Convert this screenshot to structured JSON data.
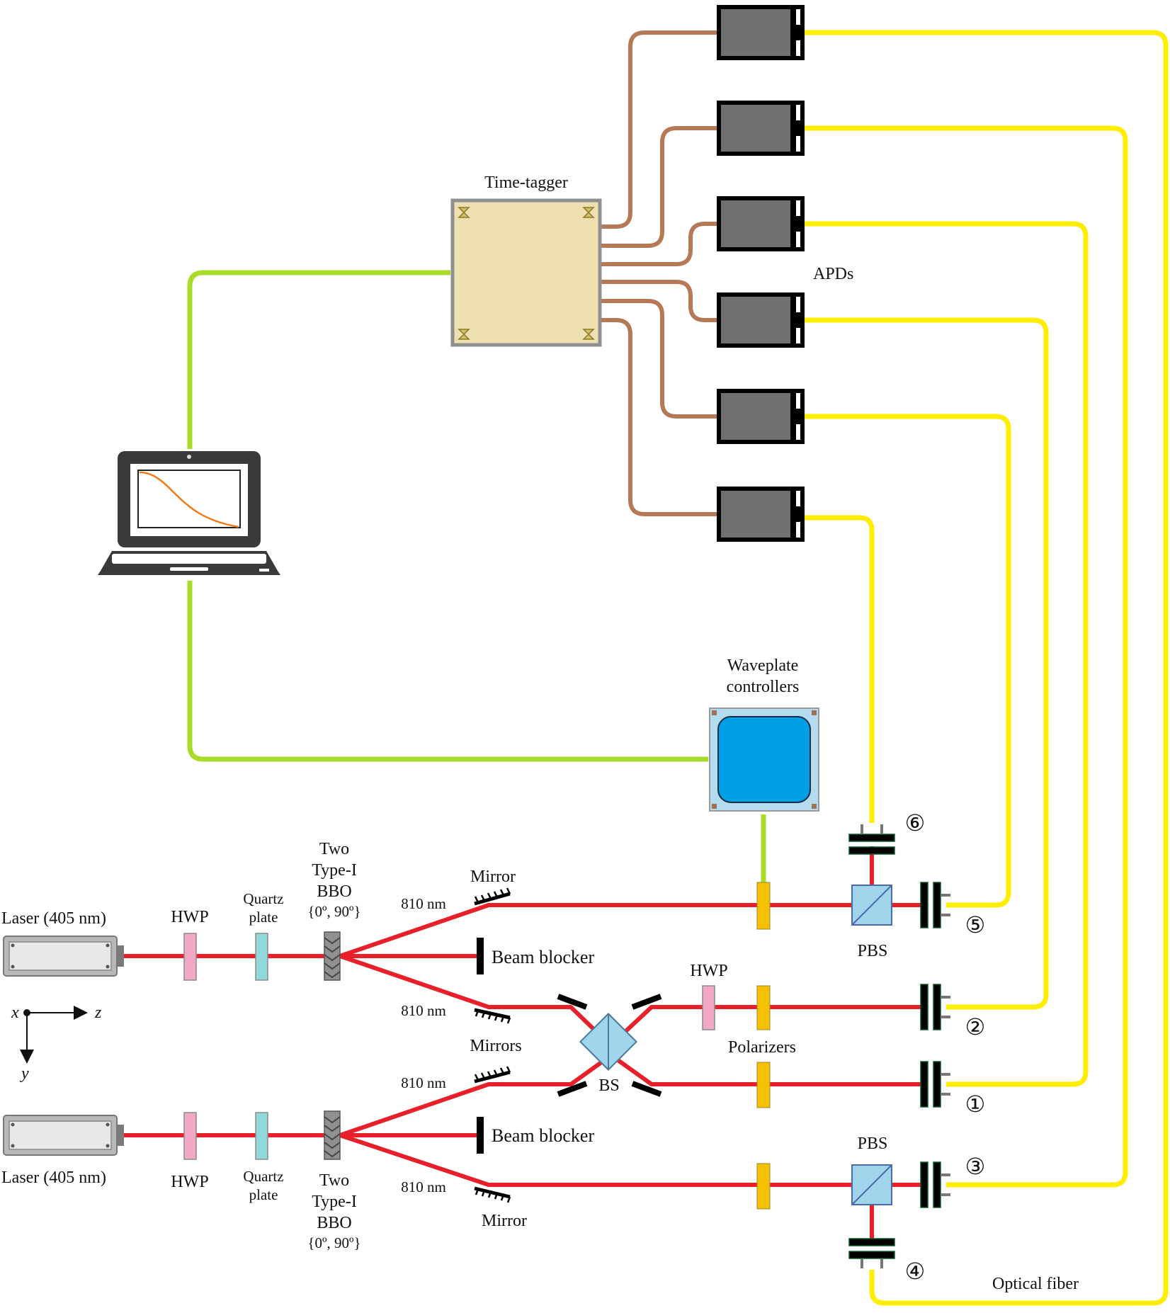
{
  "colors": {
    "laser_beam": "#e8202a",
    "optical_fiber": "#ffee00",
    "coax_cable": "#b57a55",
    "data_cable": "#a8dc28",
    "time_tagger_fill": "#eee0b0",
    "apd_body": "#707070",
    "waveplate_controller": "#00a0e6",
    "hwp_plate": "#f4a8c8",
    "quartz_plate": "#90d8dc",
    "polarizer": "#f4c000",
    "cube": "#9fd4ea"
  },
  "labels": {
    "time_tagger": "Time-tagger",
    "apds": "APDs",
    "waveplate_controllers_line1": "Waveplate",
    "waveplate_controllers_line2": "controllers",
    "laser_top": "Laser (405 nm)",
    "laser_bottom": "Laser (405 nm)",
    "hwp_top": "HWP",
    "hwp_bottom": "HWP",
    "hwp_mid": "HWP",
    "quartz_top_line1": "Quartz",
    "quartz_top_line2": "plate",
    "quartz_bottom_line1": "Quartz",
    "quartz_bottom_line2": "plate",
    "bbo_top_line1": "Two",
    "bbo_top_line2": "Type-I",
    "bbo_top_line3": "BBO",
    "bbo_top_line4": "{0º, 90º}",
    "bbo_bottom_line1": "Two",
    "bbo_bottom_line2": "Type-I",
    "bbo_bottom_line3": "BBO",
    "bbo_bottom_line4": "{0º, 90º}",
    "wavelength_1": "810 nm",
    "wavelength_2": "810 nm",
    "wavelength_3": "810 nm",
    "wavelength_4": "810 nm",
    "mirror_top": "Mirror",
    "mirror_bottom": "Mirror",
    "mirrors_mid": "Mirrors",
    "beam_blocker_top": "Beam blocker",
    "beam_blocker_bottom": "Beam blocker",
    "bs": "BS",
    "polarizers": "Polarizers",
    "pbs_top": "PBS",
    "pbs_bottom": "PBS",
    "optical_fiber": "Optical fiber",
    "axis_x": "x",
    "axis_z": "z",
    "axis_y": "y"
  },
  "ports": [
    "①",
    "②",
    "③",
    "④",
    "⑤",
    "⑥"
  ]
}
